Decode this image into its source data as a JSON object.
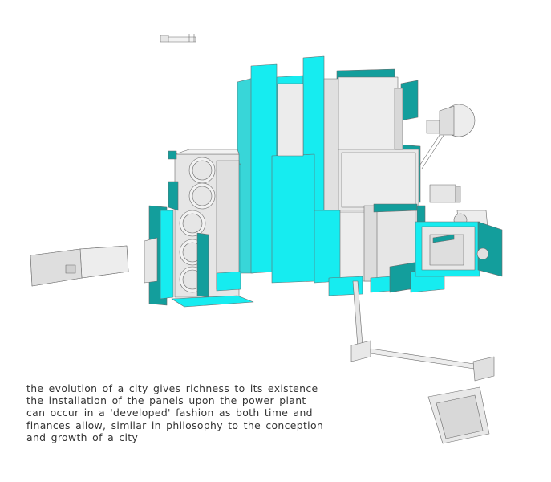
{
  "colors": {
    "cyan_bright": "#16ecf0",
    "cyan_mid": "#38d6d8",
    "teal_dark": "#139e9c",
    "concrete_light": "#ededed",
    "concrete_mid": "#dcdcdc",
    "concrete_dark": "#bdbdbd",
    "edge": "#6a6a6a",
    "caption_text": "#333333"
  },
  "caption": {
    "lines": [
      "the evolution of a city gives richness to its existence",
      "the  installation  of  the  panels  upon the power plant",
      "can  occur  in  a  'developed'  fashion  as both time  and",
      "finances allow,  similar in philosophy to the  conception",
      "and  growth  of  a city"
    ]
  }
}
